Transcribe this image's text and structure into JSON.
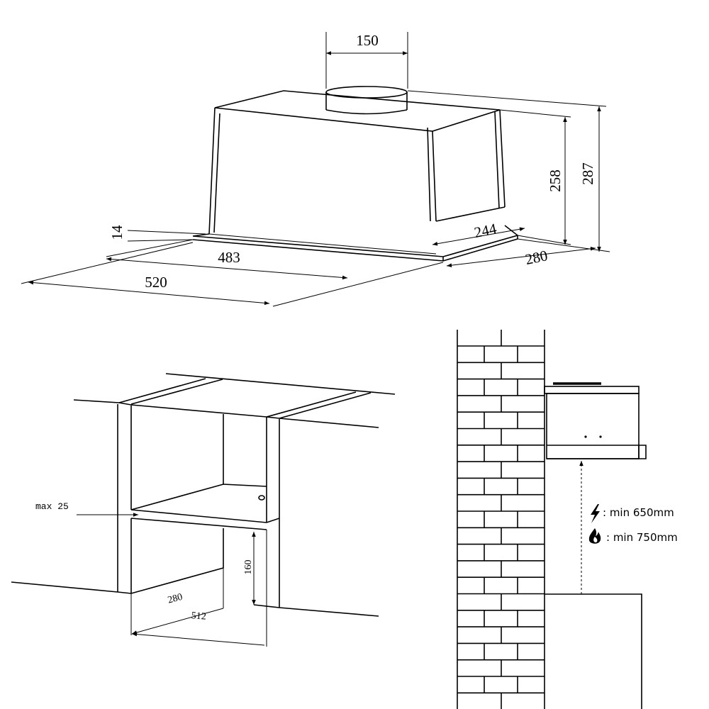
{
  "hood_dimensions": {
    "duct_diameter": "150",
    "height_body": "258",
    "height_total": "287",
    "rail_thickness": "14",
    "depth_inner": "244",
    "width_inner": "483",
    "depth_outer": "280",
    "width_outer": "520"
  },
  "cabinet_cutout": {
    "max_thickness": "max 25",
    "height": "160",
    "depth": "280",
    "width": "512"
  },
  "clearance": {
    "electric_icon": "lightning-icon",
    "electric": ": min 650mm",
    "gas_icon": "flame-icon",
    "gas": ": min 750mm"
  }
}
